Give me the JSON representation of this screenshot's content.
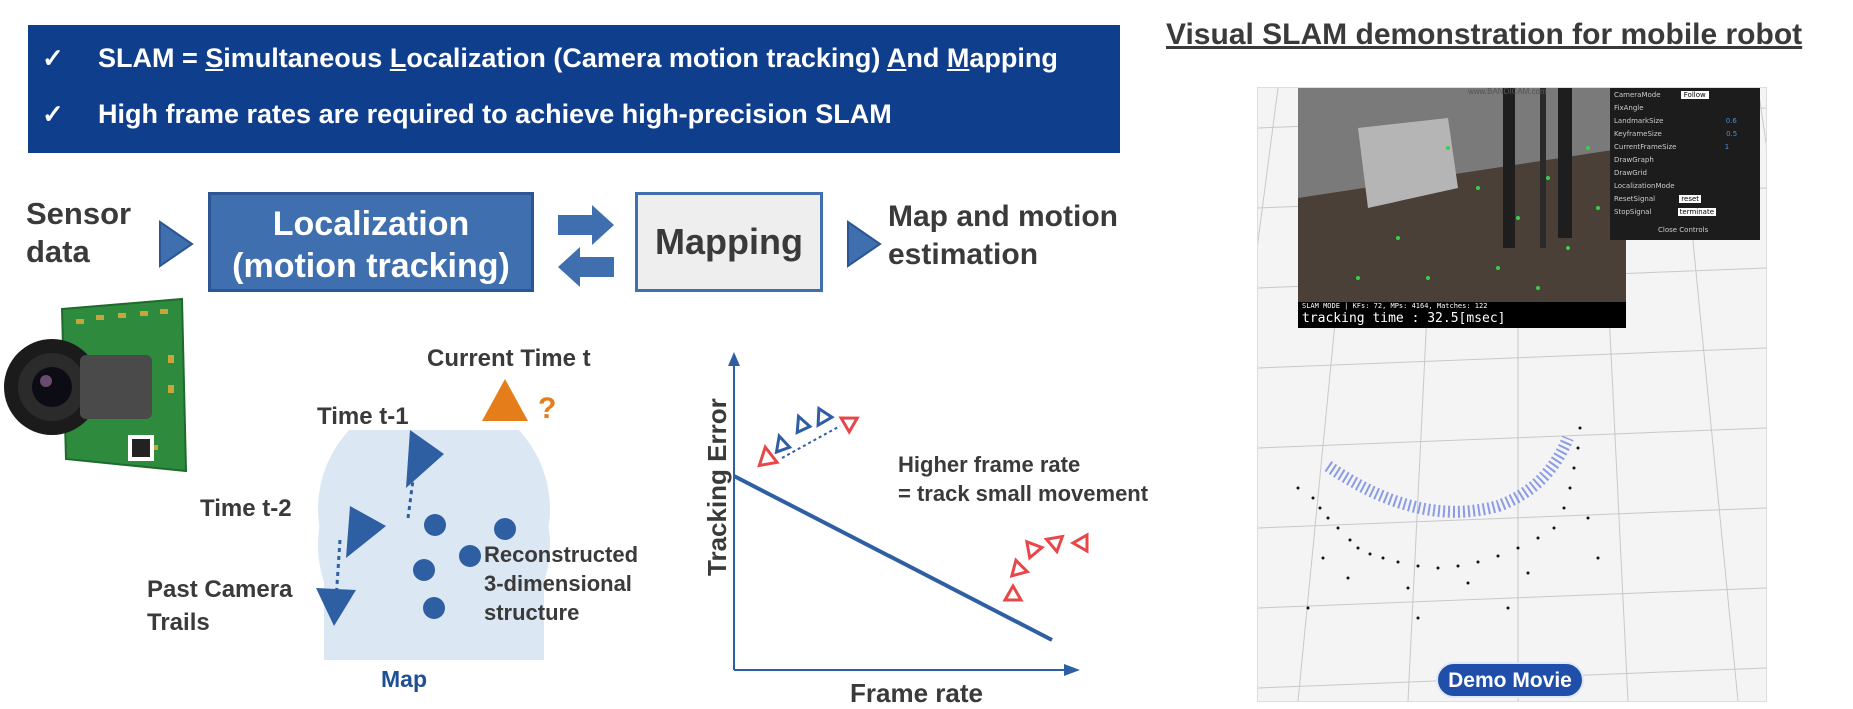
{
  "banner": {
    "check_glyph": "✓",
    "line1": {
      "pre": "SLAM = ",
      "s_cap": "S",
      "s_rest": "imultaneous ",
      "l_cap": "L",
      "l_rest": "ocalization (Camera motion tracking) ",
      "a_cap": "A",
      "a_rest": "nd ",
      "m_cap": "M",
      "m_rest": "apping"
    },
    "line2": "High frame rates are required to achieve high-precision SLAM",
    "bg_color": "#0f3e8c"
  },
  "flow": {
    "sensor_line1": "Sensor",
    "sensor_line2": "data",
    "localization_line1": "Localization",
    "localization_line2": "(motion tracking)",
    "mapping": "Mapping",
    "output_line1": "Map and motion",
    "output_line2": "estimation",
    "box_color": "#3f6fae"
  },
  "camera_diagram": {
    "current_time": "Current Time t",
    "question": "?",
    "time_t1": "Time t-1",
    "time_t2": "Time t-2",
    "past_line1": "Past Camera",
    "past_line2": "Trails",
    "recon_line1": "Reconstructed",
    "recon_line2": "3-dimensional",
    "recon_line3": "structure",
    "map_label": "Map",
    "accent_orange": "#e57e1a",
    "map_color": "#dce7f4"
  },
  "graph": {
    "y_label": "Tracking Error",
    "x_label": "Frame rate",
    "note_line1": "Higher frame rate",
    "note_line2": "= track small movement",
    "line_color": "#2f5fa3",
    "marker_color": "#e8474a"
  },
  "demo": {
    "title": "Visual SLAM demonstration for mobile robot",
    "watermark": "www.BANDICAM.com",
    "status_line": "SLAM MODE |  KFs: 72, MPs: 4164, Matches: 122",
    "tracking_time": "tracking time : 32.5[msec]",
    "controls": [
      {
        "label": "CameraMode",
        "value": "Follow"
      },
      {
        "label": "FixAngle",
        "value": ""
      },
      {
        "label": "LandmarkSize",
        "value": "0.6"
      },
      {
        "label": "KeyframeSize",
        "value": "0.5"
      },
      {
        "label": "CurrentFrameSize",
        "value": "1"
      },
      {
        "label": "DrawGraph",
        "value": ""
      },
      {
        "label": "DrawGrid",
        "value": ""
      },
      {
        "label": "LocalizationMode",
        "value": ""
      },
      {
        "label": "ResetSignal",
        "value": "reset"
      },
      {
        "label": "StopSignal",
        "value": "terminate"
      }
    ],
    "close_controls": "Close Controls",
    "button_label": "Demo Movie"
  }
}
